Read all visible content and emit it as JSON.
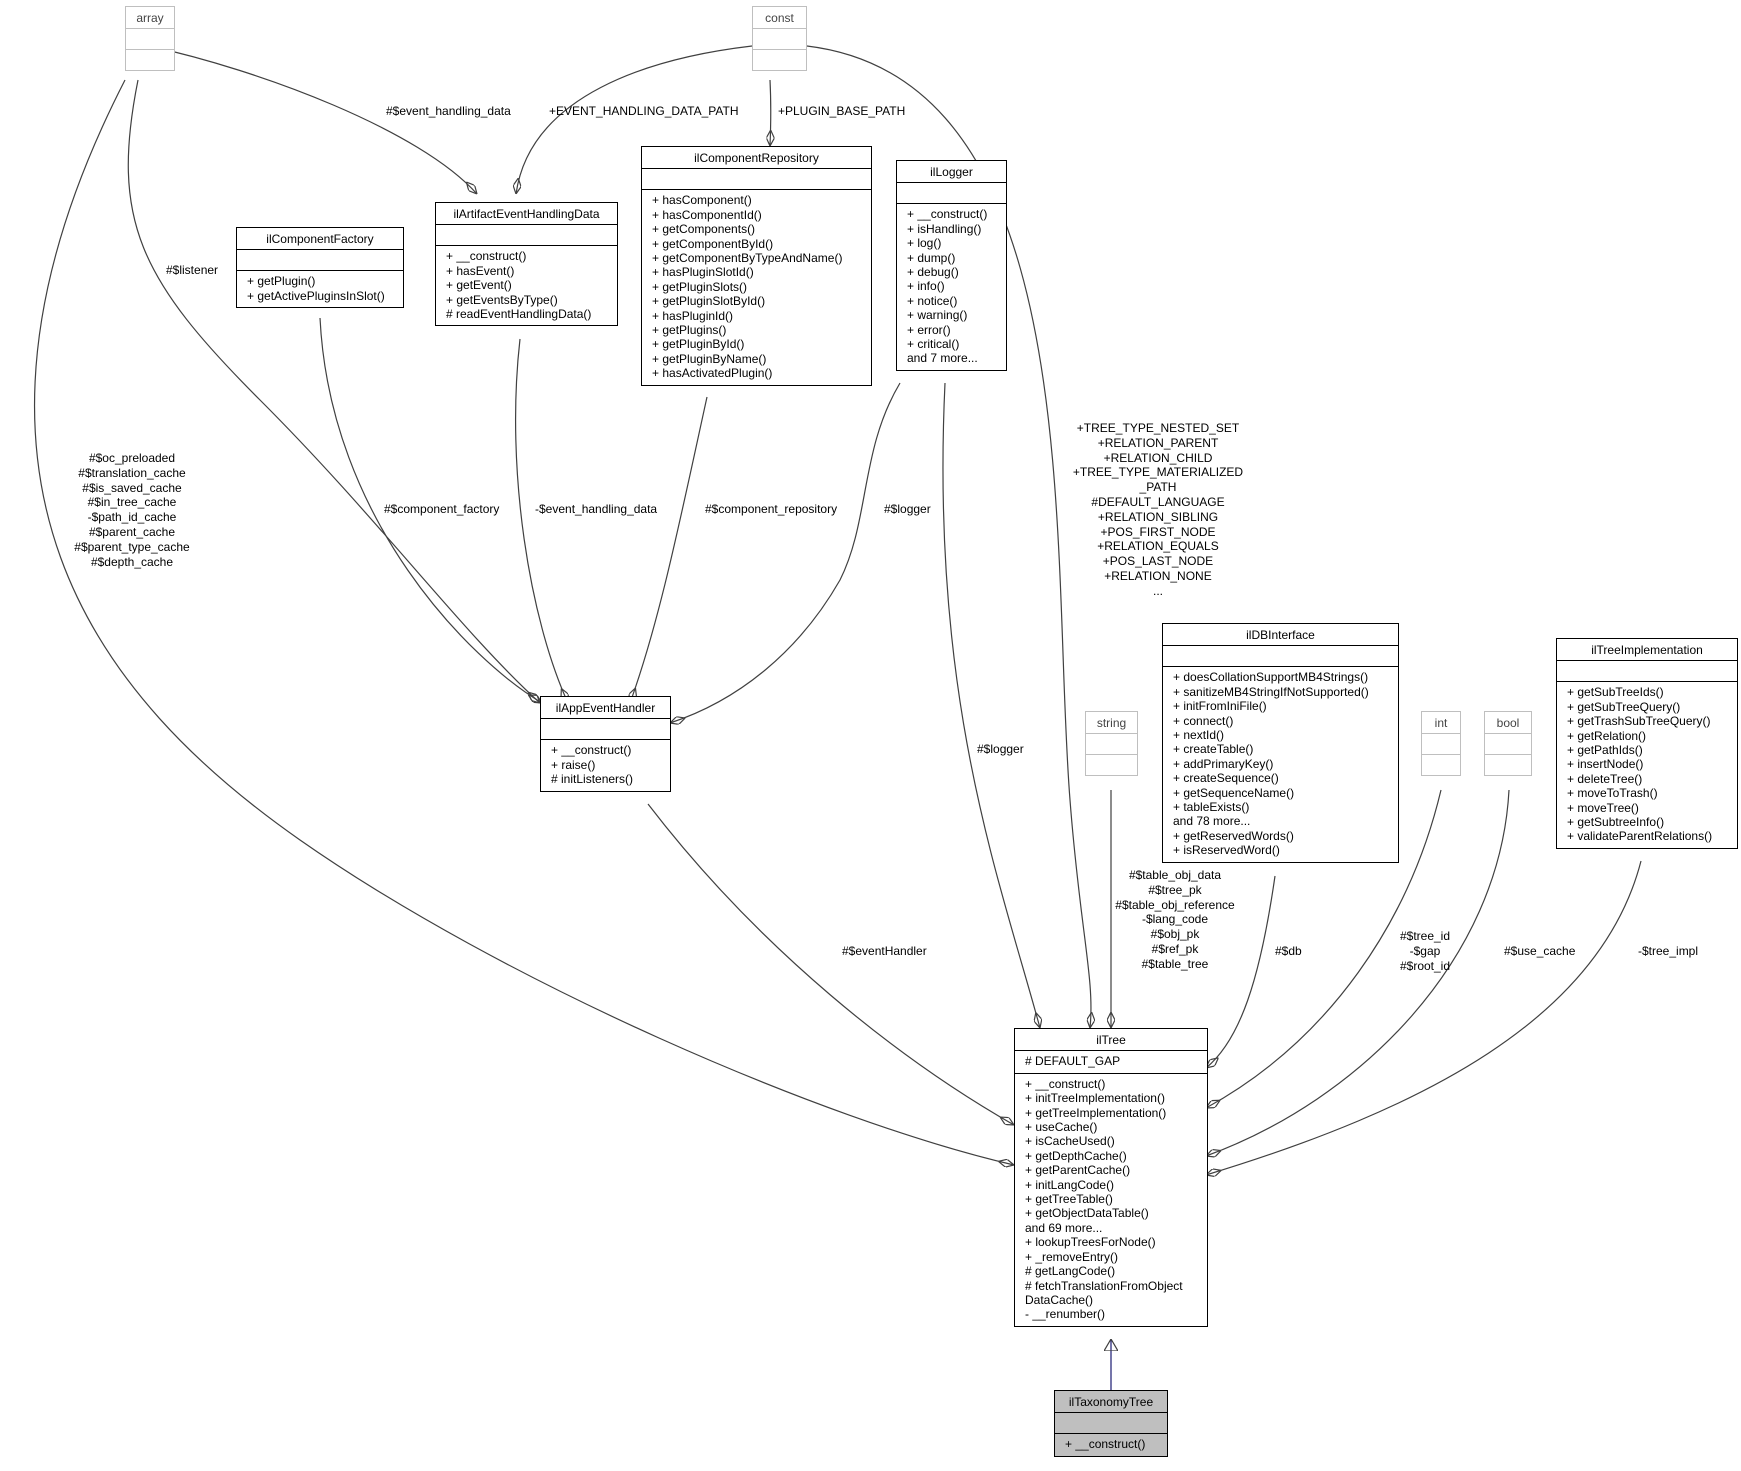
{
  "diagram": {
    "classes": {
      "array": {
        "name": "array",
        "attributes": [],
        "methods": []
      },
      "const": {
        "name": "const",
        "attributes": [],
        "methods": []
      },
      "artifact": {
        "name": "ilArtifactEventHandlingData",
        "attributes": [],
        "methods": [
          "+ __construct()",
          "+ hasEvent()",
          "+ getEvent()",
          "+ getEventsByType()",
          "# readEventHandlingData()"
        ]
      },
      "repository": {
        "name": "ilComponentRepository",
        "attributes": [],
        "methods": [
          "+ hasComponent()",
          "+ hasComponentId()",
          "+ getComponents()",
          "+ getComponentById()",
          "+ getComponentByTypeAndName()",
          "+ hasPluginSlotId()",
          "+ getPluginSlots()",
          "+ getPluginSlotById()",
          "+ hasPluginId()",
          "+ getPlugins()",
          "+ getPluginById()",
          "+ getPluginByName()",
          "+ hasActivatedPlugin()"
        ]
      },
      "factory": {
        "name": "ilComponentFactory",
        "attributes": [],
        "methods": [
          "+ getPlugin()",
          "+ getActivePluginsInSlot()"
        ]
      },
      "logger": {
        "name": "ilLogger",
        "attributes": [],
        "methods": [
          "+ __construct()",
          "+ isHandling()",
          "+ log()",
          "+ dump()",
          "+ debug()",
          "+ info()",
          "+ notice()",
          "+ warning()",
          "+ error()",
          "+ critical()",
          "and 7 more..."
        ]
      },
      "handler": {
        "name": "ilAppEventHandler",
        "attributes": [],
        "methods": [
          "+ __construct()",
          "+ raise()",
          "# initListeners()"
        ]
      },
      "string": {
        "name": "string",
        "attributes": [],
        "methods": []
      },
      "db": {
        "name": "ilDBInterface",
        "attributes": [],
        "methods": [
          "+ doesCollationSupportMB4Strings()",
          "+ sanitizeMB4StringIfNotSupported()",
          "+ initFromIniFile()",
          "+ connect()",
          "+ nextId()",
          "+ createTable()",
          "+ addPrimaryKey()",
          "+ createSequence()",
          "+ getSequenceName()",
          "+ tableExists()",
          "and 78 more...",
          "+ getReservedWords()",
          "+ isReservedWord()"
        ]
      },
      "int": {
        "name": "int",
        "attributes": [],
        "methods": []
      },
      "bool": {
        "name": "bool",
        "attributes": [],
        "methods": []
      },
      "impl": {
        "name": "ilTreeImplementation",
        "attributes": [],
        "methods": [
          "+ getSubTreeIds()",
          "+ getSubTreeQuery()",
          "+ getTrashSubTreeQuery()",
          "+ getRelation()",
          "+ getPathIds()",
          "+ insertNode()",
          "+ deleteTree()",
          "+ moveToTrash()",
          "+ moveTree()",
          "+ getSubtreeInfo()",
          "+ validateParentRelations()"
        ]
      },
      "tree": {
        "name": "ilTree",
        "attributes": [
          "# DEFAULT_GAP"
        ],
        "methods": [
          "+ __construct()",
          "+ initTreeImplementation()",
          "+ getTreeImplementation()",
          "+ useCache()",
          "+ isCacheUsed()",
          "+ getDepthCache()",
          "+ getParentCache()",
          "+ initLangCode()",
          "+ getTreeTable()",
          "+ getObjectDataTable()",
          "and 69 more...",
          "+ lookupTreesForNode()",
          "+ _removeEntry()",
          "# getLangCode()",
          "# fetchTranslationFromObject",
          "DataCache()",
          "- __renumber()"
        ]
      },
      "taxonomy": {
        "name": "ilTaxonomyTree",
        "attributes": [],
        "methods": [
          "+ __construct()"
        ]
      }
    },
    "labels": {
      "event_handling_data": [
        "#$event_handling_data"
      ],
      "event_handling_data_path": [
        "+EVENT_HANDLING_DATA_PATH"
      ],
      "plugin_base_path": [
        "+PLUGIN_BASE_PATH"
      ],
      "listener": [
        "#$listener"
      ],
      "array_caches": [
        "#$oc_preloaded",
        "#$translation_cache",
        "#$is_saved_cache",
        "#$in_tree_cache",
        "-$path_id_cache",
        "#$parent_cache",
        "#$parent_type_cache",
        "#$depth_cache"
      ],
      "component_factory": [
        "#$component_factory"
      ],
      "priv_event_handling_data": [
        "-$event_handling_data"
      ],
      "component_repository": [
        "#$component_repository"
      ],
      "logger_handler": [
        "#$logger"
      ],
      "tree_constants": [
        "+TREE_TYPE_NESTED_SET",
        "+RELATION_PARENT",
        "+RELATION_CHILD",
        "+TREE_TYPE_MATERIALIZED",
        "_PATH",
        "#DEFAULT_LANGUAGE",
        "+RELATION_SIBLING",
        "+POS_FIRST_NODE",
        "+RELATION_EQUALS",
        "+POS_LAST_NODE",
        "+RELATION_NONE",
        "..."
      ],
      "logger_tree": [
        "#$logger"
      ],
      "string_fields": [
        "#$table_obj_data",
        "#$tree_pk",
        "#$table_obj_reference",
        "-$lang_code",
        "#$obj_pk",
        "#$ref_pk",
        "#$table_tree"
      ],
      "event_handler": [
        "#$eventHandler"
      ],
      "db_field": [
        "#$db"
      ],
      "int_fields": [
        "#$tree_id",
        "-$gap",
        "#$root_id"
      ],
      "use_cache": [
        "#$use_cache"
      ],
      "tree_impl": [
        "-$tree_impl"
      ]
    }
  }
}
